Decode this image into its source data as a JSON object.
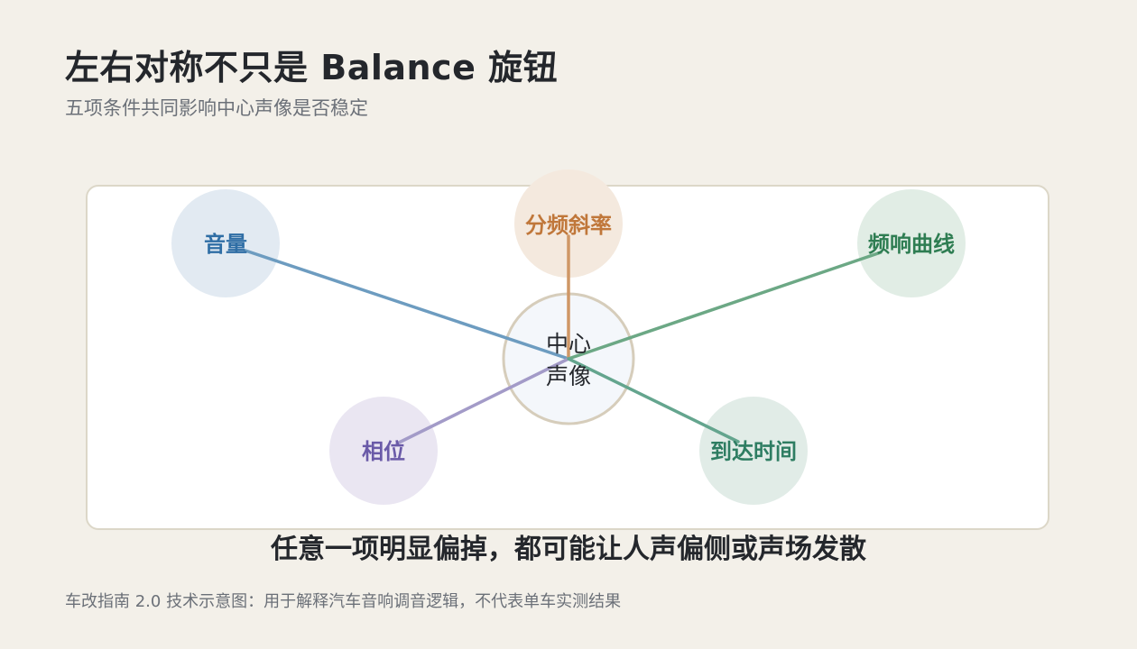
{
  "header": {
    "title": "左右对称不只是 Balance 旋钮",
    "subtitle": "五项条件共同影响中心声像是否稳定"
  },
  "diagram": {
    "center": {
      "line1": "中心",
      "line2": "声像"
    },
    "factors": [
      {
        "label": "音量",
        "color": "#2f6ea5",
        "fill": "#e2eaf2",
        "line": "#6d9cc0"
      },
      {
        "label": "分频斜率",
        "color": "#c0773a",
        "fill": "#f4e9de",
        "line": "#cf9766"
      },
      {
        "label": "频响曲线",
        "color": "#2e7d52",
        "fill": "#e1ede5",
        "line": "#6ca885"
      },
      {
        "label": "相位",
        "color": "#6a5aa8",
        "fill": "#eae6f2",
        "line": "#a39bc8"
      },
      {
        "label": "到达时间",
        "color": "#2e7d62",
        "fill": "#e1ece7",
        "line": "#64a58e"
      }
    ]
  },
  "caption": "任意一项明显偏掉，都可能让人声偏侧或声场发散",
  "footer": "车改指南 2.0 技术示意图：用于解释汽车音响调音逻辑，不代表单车实测结果"
}
